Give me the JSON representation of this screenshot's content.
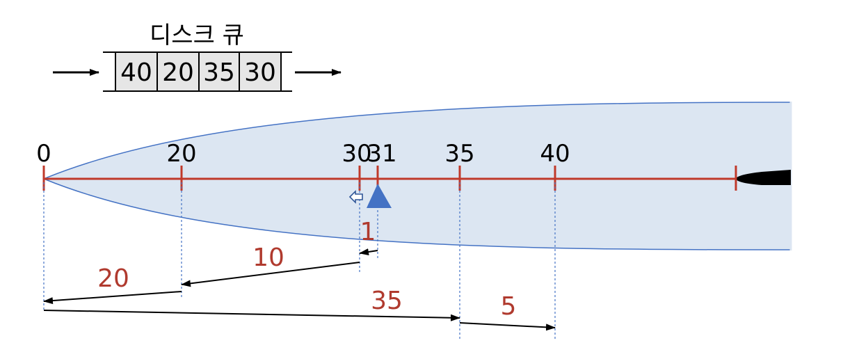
{
  "queue": {
    "title": "디스크 큐",
    "items": [
      "40",
      "20",
      "35",
      "30"
    ],
    "cell_fill": "#e6e6e6"
  },
  "track": {
    "ticks": [
      {
        "value": 0,
        "label": "0"
      },
      {
        "value": 20,
        "label": "20"
      },
      {
        "value": 30,
        "label": "30"
      },
      {
        "value": 31,
        "label": "31"
      },
      {
        "value": 35,
        "label": "35"
      },
      {
        "value": 40,
        "label": "40"
      }
    ],
    "axis_color": "#c0392b",
    "platter_fill": "#dce6f2",
    "platter_stroke": "#4472c4"
  },
  "head": {
    "position": 31,
    "color": "#4472c4",
    "direction_icon": "left-arrow-icon"
  },
  "movements": [
    {
      "from": 31,
      "to": 30,
      "distance": "1"
    },
    {
      "from": 30,
      "to": 20,
      "distance": "10"
    },
    {
      "from": 20,
      "to": 0,
      "distance": "20"
    },
    {
      "from": 0,
      "to": 35,
      "distance": "35"
    },
    {
      "from": 35,
      "to": 40,
      "distance": "5"
    }
  ],
  "colors": {
    "distance_text": "#b03a2e",
    "guide": "#4472c4"
  }
}
